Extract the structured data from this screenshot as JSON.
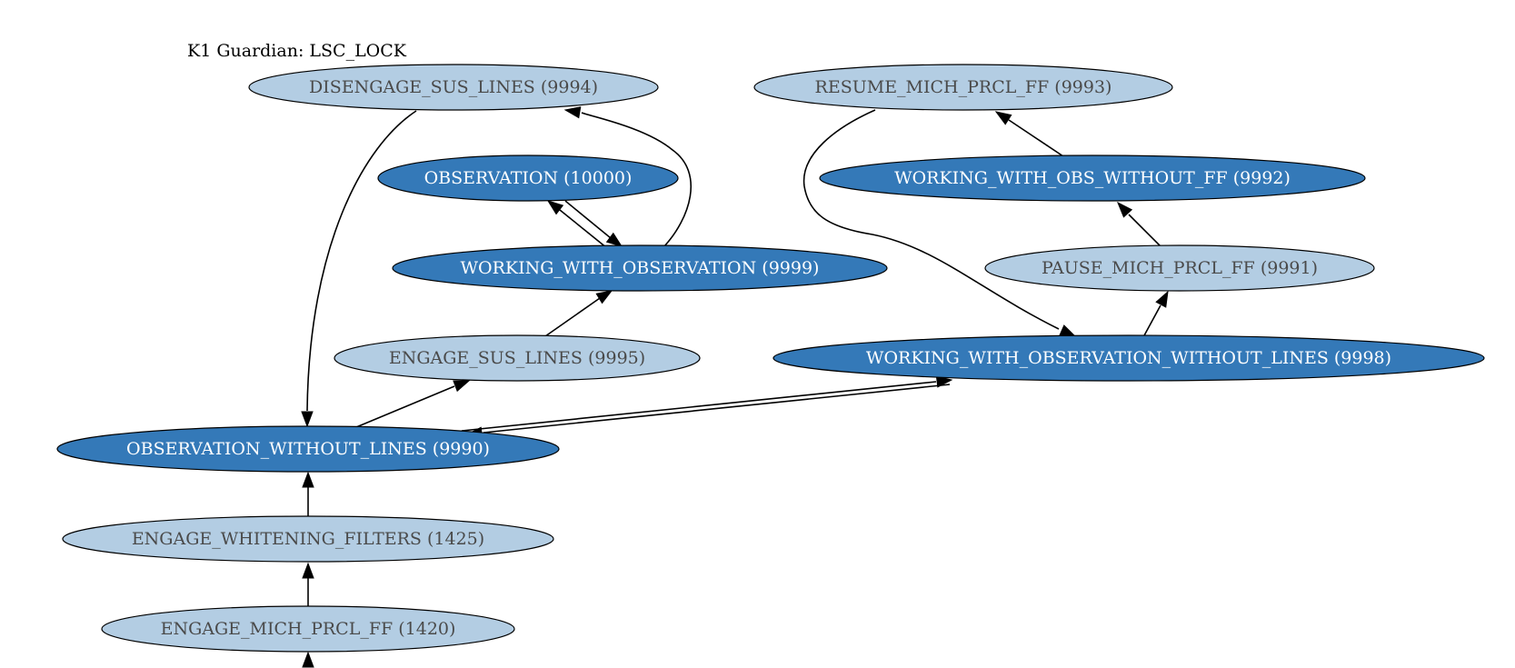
{
  "title": "K1 Guardian: LSC_LOCK",
  "colors": {
    "light_fill": "#b3cde3",
    "dark_fill": "#3479b8",
    "light_text": "#4a4a4a",
    "dark_text": "#ffffff",
    "outline": "#000000"
  },
  "nodes": [
    {
      "id": "disengage_sus_lines",
      "label": "DISENGAGE_SUS_LINES (9994)",
      "style": "light"
    },
    {
      "id": "resume_mich_prcl_ff",
      "label": "RESUME_MICH_PRCL_FF (9993)",
      "style": "light"
    },
    {
      "id": "observation",
      "label": "OBSERVATION (10000)",
      "style": "dark"
    },
    {
      "id": "working_with_obs_without_ff",
      "label": "WORKING_WITH_OBS_WITHOUT_FF (9992)",
      "style": "dark"
    },
    {
      "id": "working_with_observation",
      "label": "WORKING_WITH_OBSERVATION (9999)",
      "style": "dark"
    },
    {
      "id": "pause_mich_prcl_ff",
      "label": "PAUSE_MICH_PRCL_FF (9991)",
      "style": "light"
    },
    {
      "id": "engage_sus_lines",
      "label": "ENGAGE_SUS_LINES (9995)",
      "style": "light"
    },
    {
      "id": "working_with_observation_without_lines",
      "label": "WORKING_WITH_OBSERVATION_WITHOUT_LINES (9998)",
      "style": "dark"
    },
    {
      "id": "observation_without_lines",
      "label": "OBSERVATION_WITHOUT_LINES (9990)",
      "style": "dark"
    },
    {
      "id": "engage_whitening_filters",
      "label": "ENGAGE_WHITENING_FILTERS (1425)",
      "style": "light"
    },
    {
      "id": "engage_mich_prcl_ff",
      "label": "ENGAGE_MICH_PRCL_FF (1420)",
      "style": "light"
    }
  ],
  "edges": [
    {
      "from": "disengage_sus_lines",
      "to": "observation_without_lines"
    },
    {
      "from": "working_with_observation",
      "to": "disengage_sus_lines"
    },
    {
      "from": "observation",
      "to": "working_with_observation"
    },
    {
      "from": "working_with_observation",
      "to": "observation"
    },
    {
      "from": "engage_sus_lines",
      "to": "working_with_observation"
    },
    {
      "from": "observation_without_lines",
      "to": "engage_sus_lines"
    },
    {
      "from": "resume_mich_prcl_ff",
      "to": "working_with_observation_without_lines"
    },
    {
      "from": "working_with_obs_without_ff",
      "to": "resume_mich_prcl_ff"
    },
    {
      "from": "pause_mich_prcl_ff",
      "to": "working_with_obs_without_ff"
    },
    {
      "from": "working_with_observation_without_lines",
      "to": "pause_mich_prcl_ff"
    },
    {
      "from": "observation_without_lines",
      "to": "working_with_observation_without_lines"
    },
    {
      "from": "working_with_observation_without_lines",
      "to": "observation_without_lines"
    },
    {
      "from": "engage_whitening_filters",
      "to": "observation_without_lines"
    },
    {
      "from": "engage_mich_prcl_ff",
      "to": "engage_whitening_filters"
    },
    {
      "from": "offscreen_predecessor",
      "to": "engage_mich_prcl_ff"
    }
  ]
}
